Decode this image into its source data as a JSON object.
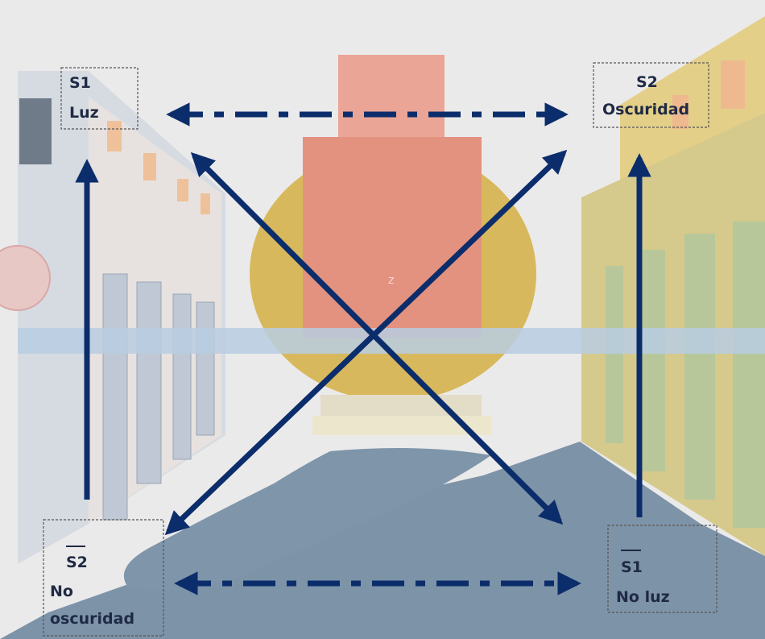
{
  "semiotic_square": {
    "top_left": {
      "term": "S1",
      "word": "Luz"
    },
    "top_right": {
      "term": "S2",
      "word": "Oscuridad"
    },
    "bottom_left": {
      "term": "S2",
      "word_line1": "No",
      "word_line2": "oscuridad",
      "negated": true
    },
    "bottom_right": {
      "term": "S1",
      "word": "No luz",
      "negated": true
    }
  },
  "background_center_mark": "z",
  "colors": {
    "arrow": "#0c2d6b",
    "ground_shadow": "#7d93a8",
    "sun_disc": "#d7b65a",
    "tower": "#e9a08c",
    "horizon_band": "#b7cbe0",
    "left_building": "#d3d8e0",
    "right_building": "#d8c77e",
    "box_border": "#555555"
  }
}
